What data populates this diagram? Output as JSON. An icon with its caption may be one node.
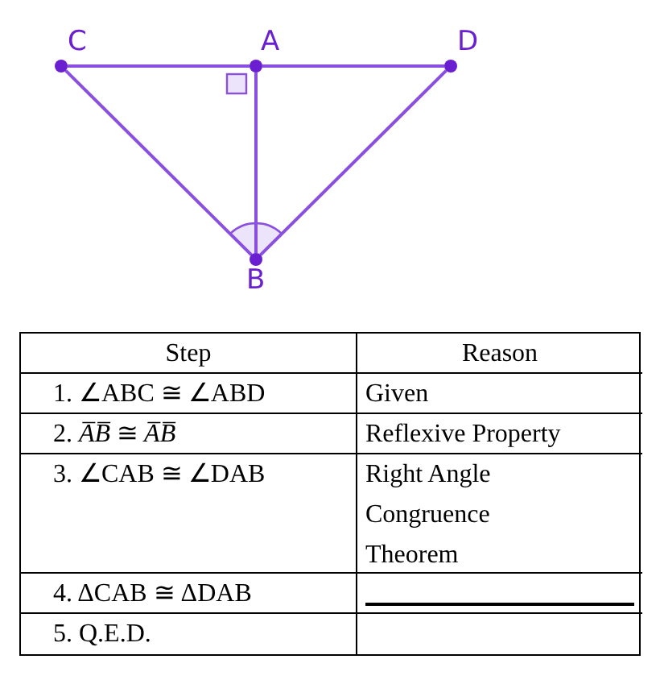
{
  "diagram": {
    "nodes": [
      {
        "text": [],
        "shape": "circle",
        "beside": [
          "C"
        ]
      },
      {
        "text": [],
        "shape": "circle",
        "beside": [
          "A"
        ]
      },
      {
        "text": [],
        "shape": "circle",
        "beside": [
          "D"
        ]
      },
      {
        "text": [],
        "shape": "circle",
        "beside": [
          "B"
        ]
      }
    ],
    "edges": [
      {
        "from": 0,
        "to": 1,
        "arrow": "none"
      },
      {
        "from": 1,
        "to": 2,
        "arrow": "none"
      },
      {
        "from": 0,
        "to": 3,
        "arrow": "none"
      },
      {
        "from": 1,
        "to": 3,
        "arrow": "none"
      },
      {
        "from": 2,
        "to": 3,
        "arrow": "none"
      }
    ],
    "labels": [
      "Step",
      "Reason",
      "1. ∠ABC ≅ ∠ABD",
      "Given",
      "2. *A̅B̅* ≅ *A̅B̅*",
      "Reflexive Property",
      "3. ∠CAB ≅ ∠DAB",
      "Right Angle Congruence Theorem",
      "4. ΔCAB ≅ ΔDAB",
      "5. Q.E.D."
    ]
  }
}
